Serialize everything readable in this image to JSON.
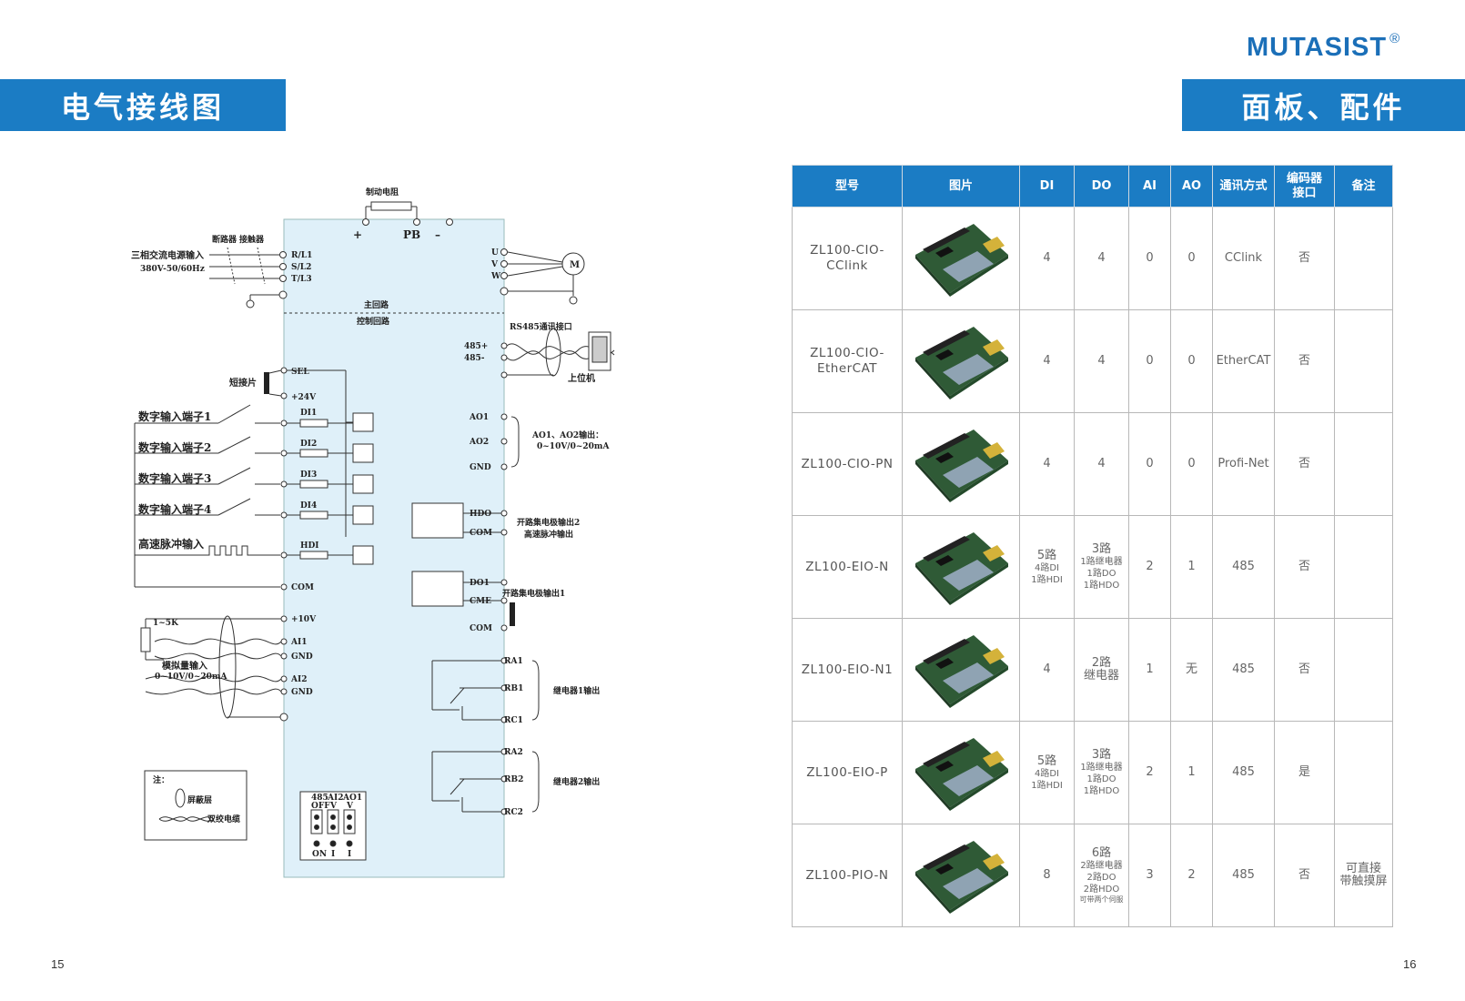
{
  "brand": {
    "name": "MUTASIST",
    "mark": "®"
  },
  "left_page": {
    "title": "电气接线图",
    "page_number": "15",
    "diagram": {
      "braking_resistor": "制动电阻",
      "plus": "+",
      "pb": "PB",
      "minus": "–",
      "breaker": "断路器",
      "contactor": "接触器",
      "power_input": "三相交流电源输入",
      "power_spec": "380V-50/60Hz",
      "rl1": "R/L1",
      "sl2": "S/L2",
      "tl3": "T/L3",
      "u": "U",
      "v": "V",
      "w": "W",
      "motor": "M",
      "main_circuit": "主回路",
      "control_circuit": "控制回路",
      "rs485_port": "RS485通讯接口",
      "p485": "485+",
      "n485": "485-",
      "host": "上位机",
      "sel": "SEL",
      "jumper": "短接片",
      "v24": "+24V",
      "di1_label": "数字输入端子1",
      "di2_label": "数字输入端子2",
      "di3_label": "数字输入端子3",
      "di4_label": "数字输入端子4",
      "hdi_label": "高速脉冲输入",
      "di1": "DI1",
      "di2": "DI2",
      "di3": "DI3",
      "di4": "DI4",
      "hdi": "HDI",
      "ao1": "AO1",
      "ao2": "AO2",
      "gnd": "GND",
      "ao_out": "AO1、AO2输出：",
      "ao_range": "0~10V/0~20mA",
      "hdo": "HDO",
      "com": "COM",
      "oc_out2": "开路集电极输出2",
      "hs_out": "高速脉冲输出",
      "do1": "DO1",
      "cme": "CME",
      "oc_out1": "开路集电极输出1",
      "v10": "+10V",
      "pot": "1~5K",
      "ai1": "AI1",
      "ai2": "AI2",
      "analog_in": "模拟量输入",
      "analog_range": "0~10V/0~20mA",
      "ra1": "RA1",
      "rb1": "RB1",
      "rc1": "RC1",
      "relay1": "继电器1输出",
      "ra2": "RA2",
      "rb2": "RB2",
      "rc2": "RC2",
      "relay2": "继电器2输出",
      "note_title": "注：",
      "shield": "屏蔽层",
      "twisted": "双绞电缆",
      "sw1_top": "485",
      "sw1_top2": "OFF",
      "sw1_bottom": "ON",
      "sw2_top": "AI2",
      "sw2_top2": "V",
      "sw2_bottom": "I",
      "sw3_top": "AO1",
      "sw3_top2": "V",
      "sw3_bottom": "I"
    }
  },
  "right_page": {
    "title": "面板、配件",
    "page_number": "16",
    "table": {
      "headers": {
        "model": "型号",
        "image": "图片",
        "di": "DI",
        "do": "DO",
        "ai": "AI",
        "ao": "AO",
        "comm": "通讯方式",
        "encoder": "编码器\n接口",
        "note": "备注"
      },
      "rows": [
        {
          "model": "ZL100-CIO-\nCClink",
          "di": "4",
          "do": "4",
          "ai": "0",
          "ao": "0",
          "comm": "CClink",
          "encoder": "否",
          "note": ""
        },
        {
          "model": "ZL100-CIO-\nEtherCAT",
          "di": "4",
          "do": "4",
          "ai": "0",
          "ao": "0",
          "comm": "EtherCAT",
          "encoder": "否",
          "note": ""
        },
        {
          "model": "ZL100-CIO-PN",
          "di": "4",
          "do": "4",
          "ai": "0",
          "ao": "0",
          "comm": "Profi-Net",
          "encoder": "否",
          "note": ""
        },
        {
          "model": "ZL100-EIO-N",
          "di_main": "5路",
          "di_sub": "4路DI\n1路HDI",
          "do_main": "3路",
          "do_sub": "1路继电器\n1路DO\n1路HDO",
          "ai": "2",
          "ao": "1",
          "comm": "485",
          "encoder": "否",
          "note": ""
        },
        {
          "model": "ZL100-EIO-N1",
          "di": "4",
          "do": "2路\n继电器",
          "ai": "1",
          "ao": "无",
          "comm": "485",
          "encoder": "否",
          "note": ""
        },
        {
          "model": "ZL100-EIO-P",
          "di_main": "5路",
          "di_sub": "4路DI\n1路HDI",
          "do_main": "3路",
          "do_sub": "1路继电器\n1路DO\n1路HDO",
          "ai": "2",
          "ao": "1",
          "comm": "485",
          "encoder": "是",
          "note": ""
        },
        {
          "model": "ZL100-PIO-N",
          "di": "8",
          "do_main": "6路",
          "do_sub": "2路继电器\n2路DO\n2路HDO",
          "do_tiny": "可带两个伺服",
          "ai": "3",
          "ao": "2",
          "comm": "485",
          "encoder": "否",
          "note": "可直接\n带触摸屏"
        }
      ]
    }
  }
}
